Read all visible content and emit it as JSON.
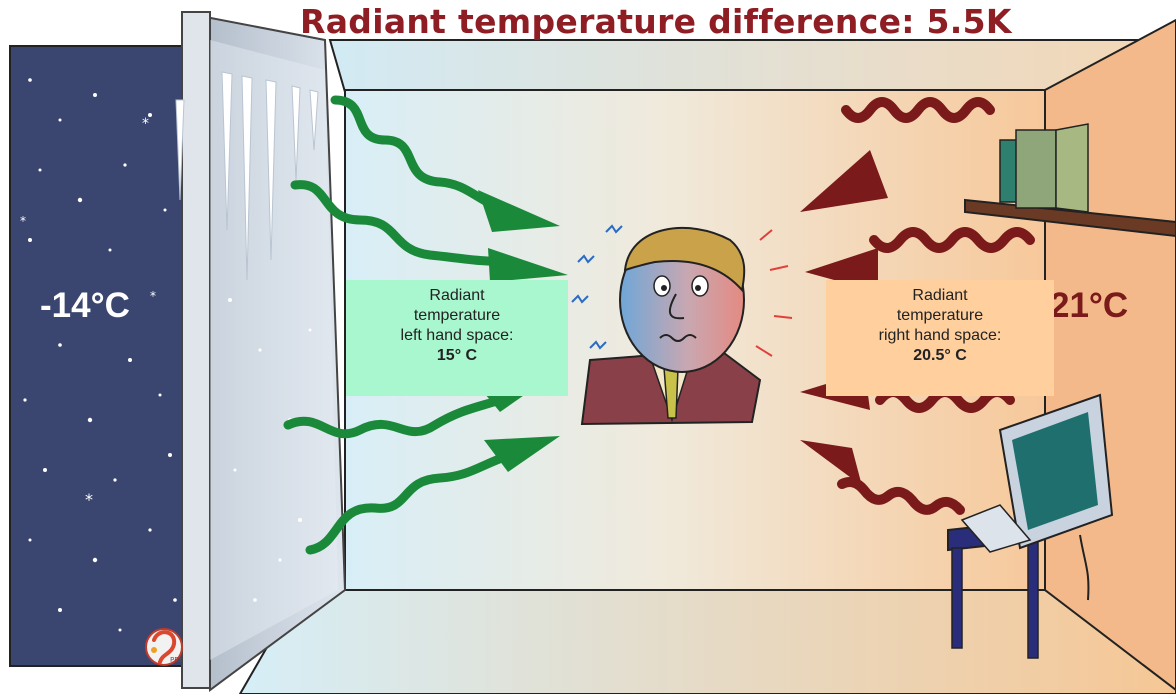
{
  "title": "Radiant temperature difference: 5.5K",
  "outside_temperature": "-14°C",
  "room_temperature": "21°C",
  "left_box": {
    "line1": "Radiant",
    "line2": "temperature",
    "line3": "left hand space:",
    "value": "15° C",
    "color": "#a8f7cf"
  },
  "right_box": {
    "line1": "Radiant",
    "line2": "temperature",
    "line3": "right  hand space:",
    "value": "20.5° C",
    "color": "#ffcf9e"
  },
  "logo_text": "PRI",
  "colors": {
    "title": "#8e1d24",
    "cold_arrows": "#1a8a3a",
    "warm_arrows": "#7a1a1a",
    "night_sky": "#3a4670"
  },
  "icons": [
    "snowflake-icon",
    "icicle-icon",
    "person-icon",
    "bookshelf-icon",
    "computer-icon",
    "logo-icon"
  ]
}
